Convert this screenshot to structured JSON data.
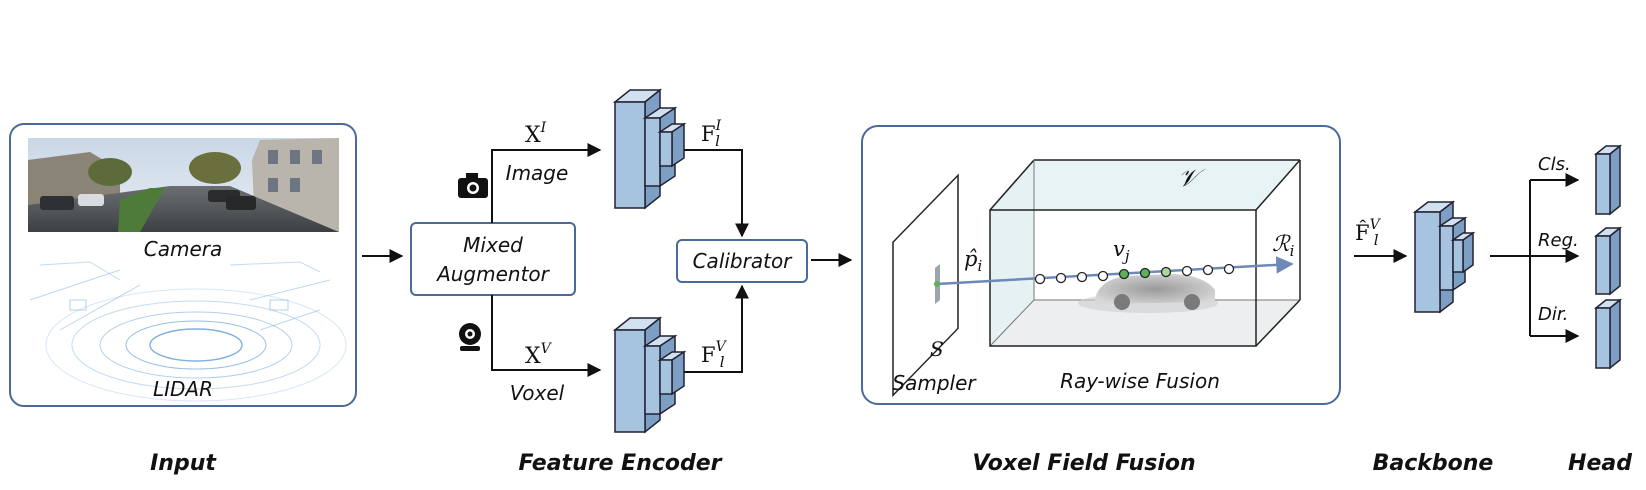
{
  "sections": {
    "input": "Input",
    "encoder": "Feature Encoder",
    "fusion": "Voxel Field Fusion",
    "backbone": "Backbone",
    "head": "Head"
  },
  "input_panel": {
    "camera": "Camera",
    "lidar": "LIDAR"
  },
  "encoder": {
    "augmentor_line1": "Mixed",
    "augmentor_line2": "Augmentor",
    "image_label": "Image",
    "voxel_label": "Voxel",
    "x_base": "X",
    "x_image_sup": "I",
    "x_voxel_sup": "V",
    "f_base": "F",
    "f_sub": "l",
    "f_image_sup": "I",
    "f_voxel_sup": "V",
    "calibrator": "Calibrator"
  },
  "fusion": {
    "volume": "𝒱",
    "sampler": "Sampler",
    "sampler_symbol": "S",
    "ray_fusion": "Ray-wise Fusion",
    "p_hat": "p̂",
    "p_sub": "i",
    "v_base": "v",
    "v_sub": "j",
    "ray_base": "ℛ",
    "ray_sub": "i"
  },
  "backbone": {
    "f_hat": "F̂",
    "f_sub": "l",
    "f_sup": "V"
  },
  "head": {
    "cls": "Cls.",
    "reg": "Reg.",
    "dir": "Dir."
  },
  "colors": {
    "box_border": "#4a6a9a",
    "feature_fill": "#a6c3e0",
    "feature_side": "#7d9fc4",
    "ray": "#6d89b8",
    "active_dot": "#5fb05a"
  }
}
